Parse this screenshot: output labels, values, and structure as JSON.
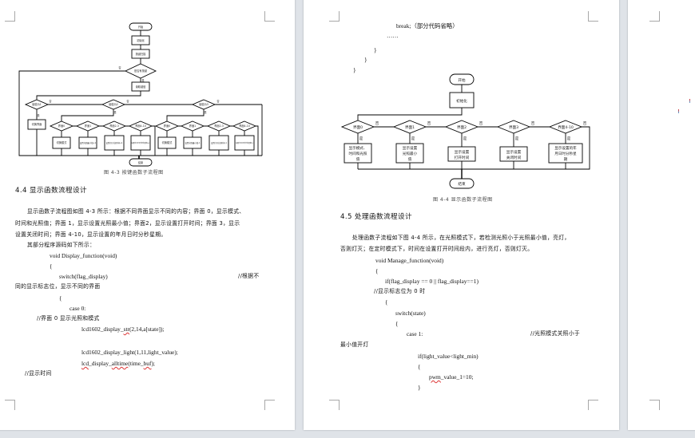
{
  "page1": {
    "figure_4_3": {
      "caption": "图 4-3   按键函数子流程图",
      "nodes": {
        "start": "开始",
        "init": "初始化",
        "key_scan": "按键扫描",
        "key_pressed": "是否有按键",
        "read_key": "读取键值",
        "key1": "键值为1",
        "key2": "键值为2",
        "key3": "键值为3",
        "switch_screen": "切换界面",
        "screens": [
          "界面0",
          "界面1",
          "界面2-3",
          "界面4-10"
        ],
        "actions_key2": [
          "切换模式",
          "设置光照最小值+1",
          "设置打开关闭时间+1",
          "设置年月日时分秒星期+1"
        ],
        "actions_key3": [
          "切换模式",
          "设置光照最小值-1",
          "设置打开关闭时间-1",
          "设置年月日时分秒星期-1"
        ],
        "end": "结束",
        "yes": "是",
        "no": "否"
      }
    },
    "section_title": "4.4  显示函数流程设计",
    "paragraph_lines": [
      "显示函数子流程图如图 4-3 所示：根据不同界面显示不同的内容；界面 0，显示模式、",
      "时间和光照值；界面 1，显示设置光照最小值；界面2，显示设置打开时间；界面 3，显示",
      "设置关闭时间；界面 4-10，显示设置的年月日时分秒星期。"
    ],
    "code_intro": "其部分程序源码如下所示：",
    "code": {
      "l1": "void Display_function(void)",
      "l2": "{",
      "l3": "switch(flag_display)",
      "l3_comment": "//根据不",
      "l3_comment_wrap": "同的显示标志位，显示不同的界面",
      "l4": "{",
      "l5": "case 0:",
      "l5_comment": "//界面 0 显示光照和模式",
      "l6": "lcd1602_display_str(2,14,a[state]);",
      "l7": "lcd1602_display_light(1,11,light_value);",
      "l8": "lcd_display_alltime(time_buf);",
      "l8_comment": "//显示时间"
    }
  },
  "page2": {
    "code_top": {
      "l1": "break;（部分代码省略）",
      "l2": "……",
      "l3": "}",
      "l4": "}",
      "l5": "}"
    },
    "figure_4_4": {
      "caption": "图 4-4   显示函数子流程图",
      "start": "开始",
      "init": "初始化",
      "screens": [
        "界面0",
        "界面1",
        "界面2",
        "界面3",
        "界面4-10"
      ],
      "actions": [
        [
          "显示模式、",
          "时间和光照",
          "值"
        ],
        [
          "显示设置",
          "光照最小",
          "值"
        ],
        [
          "显示设置",
          "打开时间"
        ],
        [
          "显示设置",
          "关闭时间"
        ],
        [
          "显示设置的年",
          "月日时分秒星",
          "期"
        ]
      ],
      "end": "结束",
      "yes": "是",
      "no": "否"
    },
    "section_title": "4.5  处理函数流程设计",
    "paragraph_lines": [
      "处理函数子流程如下图 4-4 所示，在光照模式下，若检测光照小于光照最小值，亮灯，",
      "否则灯灭；在定时模式下，时间在设置打开时间段内，进行亮灯，否则灯灭。"
    ],
    "code": {
      "l1": "void Manage_function(void)",
      "l2": "{",
      "l3": "if(flag_display == 0 || flag_display==1)",
      "l3_comment": "//显示标志位为 0 时",
      "l4": "{",
      "l5": "switch(state)",
      "l6": "{",
      "l7": "case 1:",
      "l7_comment": "//光照模式关照小于",
      "l7_comment_wrap": "最小值开灯",
      "l8": "if(light_value<light_min)",
      "l9": "{",
      "l10": "pwm_value_1=10;",
      "l11": "}"
    }
  }
}
